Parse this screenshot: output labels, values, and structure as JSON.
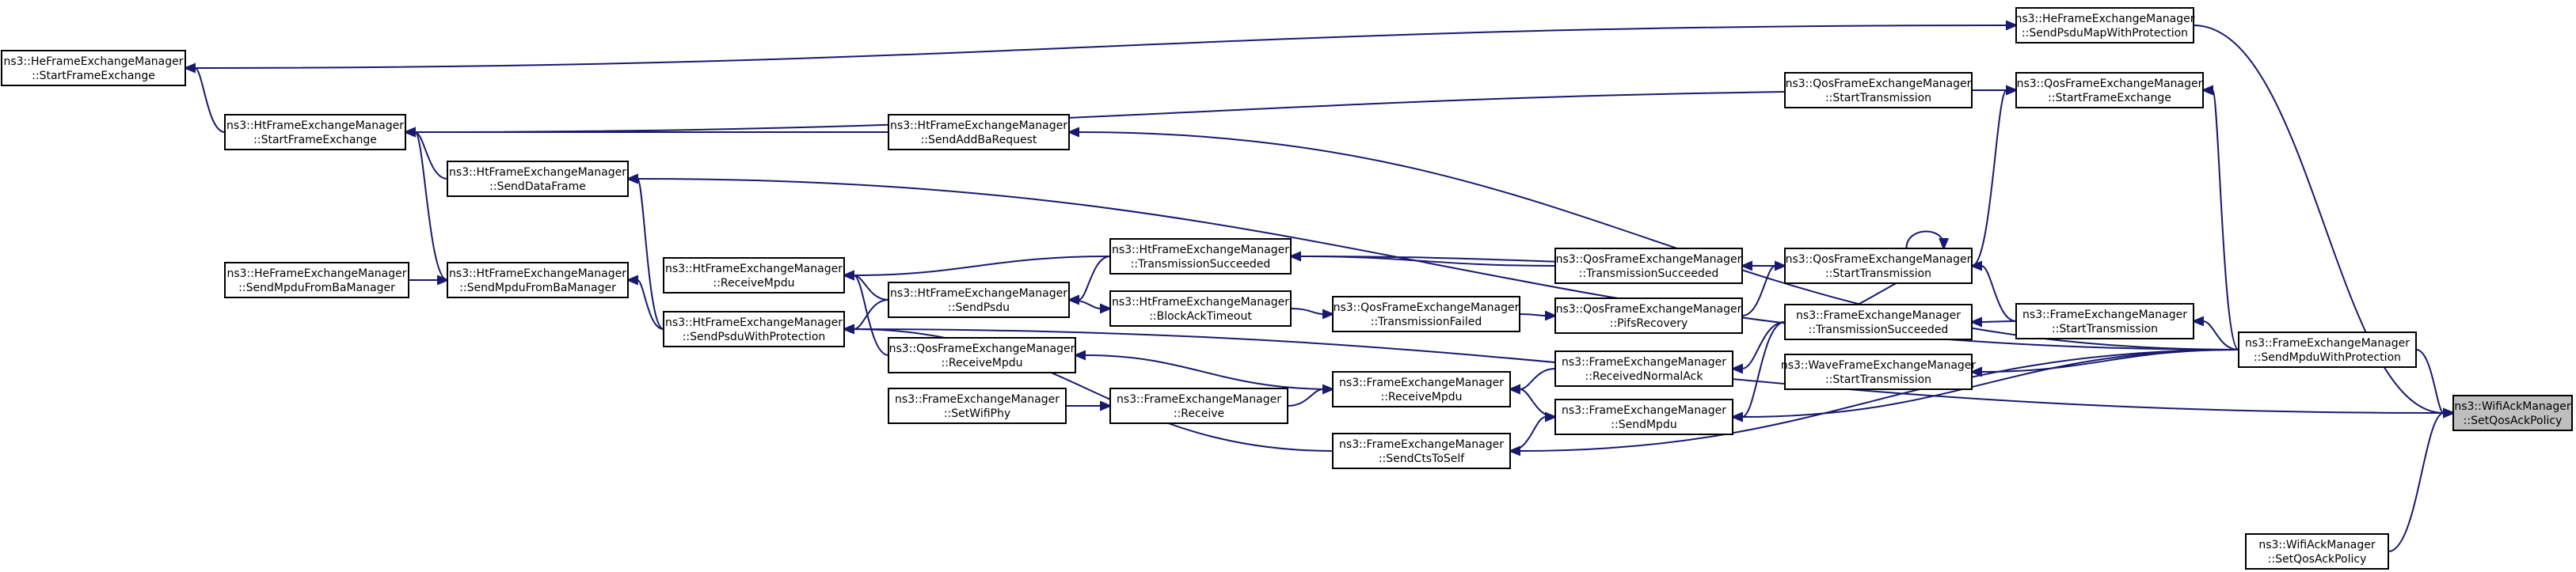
{
  "diagram": {
    "target": "n_target",
    "nodes": [
      {
        "id": "n_target",
        "line1": "ns3::WifiAckManager",
        "line2": "::SetQosAckPolicy",
        "highlight": true
      },
      {
        "id": "n_he_sendpsdumap",
        "line1": "ns3::HeFrameExchangeManager",
        "line2": "::SendPsduMapWithProtection"
      },
      {
        "id": "n_he_startfe",
        "line1": "ns3::HeFrameExchangeManager",
        "line2": "::StartFrameExchange"
      },
      {
        "id": "n_ht_startfe",
        "line1": "ns3::HtFrameExchangeManager",
        "line2": "::StartFrameExchange"
      },
      {
        "id": "n_qos_starttx_left",
        "line1": "ns3::QosFrameExchangeManager",
        "line2": "::StartTransmission"
      },
      {
        "id": "n_qos_startfe",
        "line1": "ns3::QosFrameExchangeManager",
        "line2": "::StartFrameExchange"
      },
      {
        "id": "n_ht_sendaddba",
        "line1": "ns3::HtFrameExchangeManager",
        "line2": "::SendAddBaRequest"
      },
      {
        "id": "n_ht_senddata",
        "line1": "ns3::HtFrameExchangeManager",
        "line2": "::SendDataFrame"
      },
      {
        "id": "n_ht_recvmpdu",
        "line1": "ns3::HtFrameExchangeManager",
        "line2": "::ReceiveMpdu"
      },
      {
        "id": "n_ht_txsucc",
        "line1": "ns3::HtFrameExchangeManager",
        "line2": "::TransmissionSucceeded"
      },
      {
        "id": "n_he_sendmpdufromba",
        "line1": "ns3::HeFrameExchangeManager",
        "line2": "::SendMpduFromBaManager"
      },
      {
        "id": "n_ht_sendmpdufromba",
        "line1": "ns3::HtFrameExchangeManager",
        "line2": "::SendMpduFromBaManager"
      },
      {
        "id": "n_qos_txsucc",
        "line1": "ns3::QosFrameExchangeManager",
        "line2": "::TransmissionSucceeded"
      },
      {
        "id": "n_qos_starttx",
        "line1": "ns3::QosFrameExchangeManager",
        "line2": "::StartTransmission"
      },
      {
        "id": "n_ht_sendpsdu",
        "line1": "ns3::HtFrameExchangeManager",
        "line2": "::SendPsdu"
      },
      {
        "id": "n_ht_blockacktimeout",
        "line1": "ns3::HtFrameExchangeManager",
        "line2": "::BlockAckTimeout"
      },
      {
        "id": "n_qos_txfailed",
        "line1": "ns3::QosFrameExchangeManager",
        "line2": "::TransmissionFailed"
      },
      {
        "id": "n_qos_pifs",
        "line1": "ns3::QosFrameExchangeManager",
        "line2": "::PifsRecovery"
      },
      {
        "id": "n_fem_starttx",
        "line1": "ns3::FrameExchangeManager",
        "line2": "::StartTransmission"
      },
      {
        "id": "n_fem_txsucc",
        "line1": "ns3::FrameExchangeManager",
        "line2": "::TransmissionSucceeded"
      },
      {
        "id": "n_ht_sendpsduwithprot",
        "line1": "ns3::HtFrameExchangeManager",
        "line2": "::SendPsduWithProtection"
      },
      {
        "id": "n_fem_sendmpduwithprot",
        "line1": "ns3::FrameExchangeManager",
        "line2": "::SendMpduWithProtection"
      },
      {
        "id": "n_qos_recvmpdu",
        "line1": "ns3::QosFrameExchangeManager",
        "line2": "::ReceiveMpdu"
      },
      {
        "id": "n_fem_recvnormalack",
        "line1": "ns3::FrameExchangeManager",
        "line2": "::ReceivedNormalAck"
      },
      {
        "id": "n_wave_starttx",
        "line1": "ns3::WaveFrameExchangeManager",
        "line2": "::StartTransmission"
      },
      {
        "id": "n_fem_recvmpdu",
        "line1": "ns3::FrameExchangeManager",
        "line2": "::ReceiveMpdu"
      },
      {
        "id": "n_fem_setwifiphy",
        "line1": "ns3::FrameExchangeManager",
        "line2": "::SetWifiPhy"
      },
      {
        "id": "n_fem_receive",
        "line1": "ns3::FrameExchangeManager",
        "line2": "::Receive"
      },
      {
        "id": "n_fem_sendmpdu",
        "line1": "ns3::FrameExchangeManager",
        "line2": "::SendMpdu"
      },
      {
        "id": "n_fem_sendctstoself",
        "line1": "ns3::FrameExchangeManager",
        "line2": "::SendCtsToSelf"
      },
      {
        "id": "n_wifiack_setqosackpolicy",
        "line1": "ns3::WifiAckManager",
        "line2": "::SetQosAckPolicy"
      }
    ],
    "edges": [
      [
        "n_he_sendpsdumap",
        "n_target"
      ],
      [
        "n_fem_sendmpduwithprot",
        "n_target"
      ],
      [
        "n_ht_sendpsduwithprot",
        "n_target"
      ],
      [
        "n_wifiack_setqosackpolicy",
        "n_target"
      ],
      [
        "n_he_startfe",
        "n_he_sendpsdumap"
      ],
      [
        "n_ht_startfe",
        "n_he_startfe"
      ],
      [
        "n_qos_startfe",
        "n_ht_startfe"
      ],
      [
        "n_ht_sendaddba",
        "n_ht_startfe"
      ],
      [
        "n_ht_senddata",
        "n_ht_startfe"
      ],
      [
        "n_ht_sendmpdufromba",
        "n_ht_startfe"
      ],
      [
        "n_qos_starttx_left",
        "n_qos_startfe"
      ],
      [
        "n_qos_starttx",
        "n_qos_startfe"
      ],
      [
        "n_fem_sendmpduwithprot",
        "n_ht_sendaddba"
      ],
      [
        "n_fem_sendmpduwithprot",
        "n_ht_senddata"
      ],
      [
        "n_fem_sendmpduwithprot",
        "n_qos_startfe"
      ],
      [
        "n_ht_sendpsduwithprot",
        "n_ht_senddata"
      ],
      [
        "n_he_sendmpdufromba",
        "n_ht_sendmpdufromba"
      ],
      [
        "n_ht_sendpsduwithprot",
        "n_ht_sendmpdufromba"
      ],
      [
        "n_ht_sendpsdu",
        "n_ht_recvmpdu"
      ],
      [
        "n_ht_txsucc",
        "n_ht_recvmpdu"
      ],
      [
        "n_ht_txsucc",
        "n_ht_sendpsdu"
      ],
      [
        "n_qos_starttx",
        "n_ht_txsucc"
      ],
      [
        "n_qos_starttx",
        "n_qos_txsucc"
      ],
      [
        "n_qos_txsucc",
        "n_ht_txsucc"
      ],
      [
        "n_qos_starttx",
        "n_qos_starttx"
      ],
      [
        "n_qos_pifs",
        "n_qos_starttx"
      ],
      [
        "n_fem_starttx",
        "n_qos_starttx"
      ],
      [
        "n_qos_txfailed",
        "n_qos_pifs"
      ],
      [
        "n_ht_blockacktimeout",
        "n_qos_txfailed"
      ],
      [
        "n_ht_sendpsdu",
        "n_ht_blockacktimeout"
      ],
      [
        "n_ht_sendpsdu",
        "n_ht_sendpsduwithprot"
      ],
      [
        "n_qos_recvmpdu",
        "n_ht_recvmpdu"
      ],
      [
        "n_fem_recvmpdu",
        "n_qos_recvmpdu"
      ],
      [
        "n_fem_txsucc",
        "n_qos_starttx"
      ],
      [
        "n_fem_starttx",
        "n_fem_txsucc"
      ],
      [
        "n_fem_txsucc",
        "n_fem_recvnormalack"
      ],
      [
        "n_fem_recvnormalack",
        "n_fem_recvmpdu"
      ],
      [
        "n_fem_txsucc",
        "n_fem_sendmpdu"
      ],
      [
        "n_fem_sendmpdu",
        "n_fem_recvmpdu"
      ],
      [
        "n_fem_sendmpduwithprot",
        "n_fem_starttx"
      ],
      [
        "n_fem_sendmpduwithprot",
        "n_wave_starttx"
      ],
      [
        "n_fem_sendmpduwithprot",
        "n_fem_sendmpdu"
      ],
      [
        "n_fem_sendmpduwithprot",
        "n_fem_sendctstoself"
      ],
      [
        "n_fem_sendctstoself",
        "n_fem_sendmpdu"
      ],
      [
        "n_fem_sendctstoself",
        "n_ht_sendpsduwithprot"
      ],
      [
        "n_fem_receive",
        "n_fem_recvmpdu"
      ],
      [
        "n_fem_setwifiphy",
        "n_fem_receive"
      ]
    ]
  }
}
